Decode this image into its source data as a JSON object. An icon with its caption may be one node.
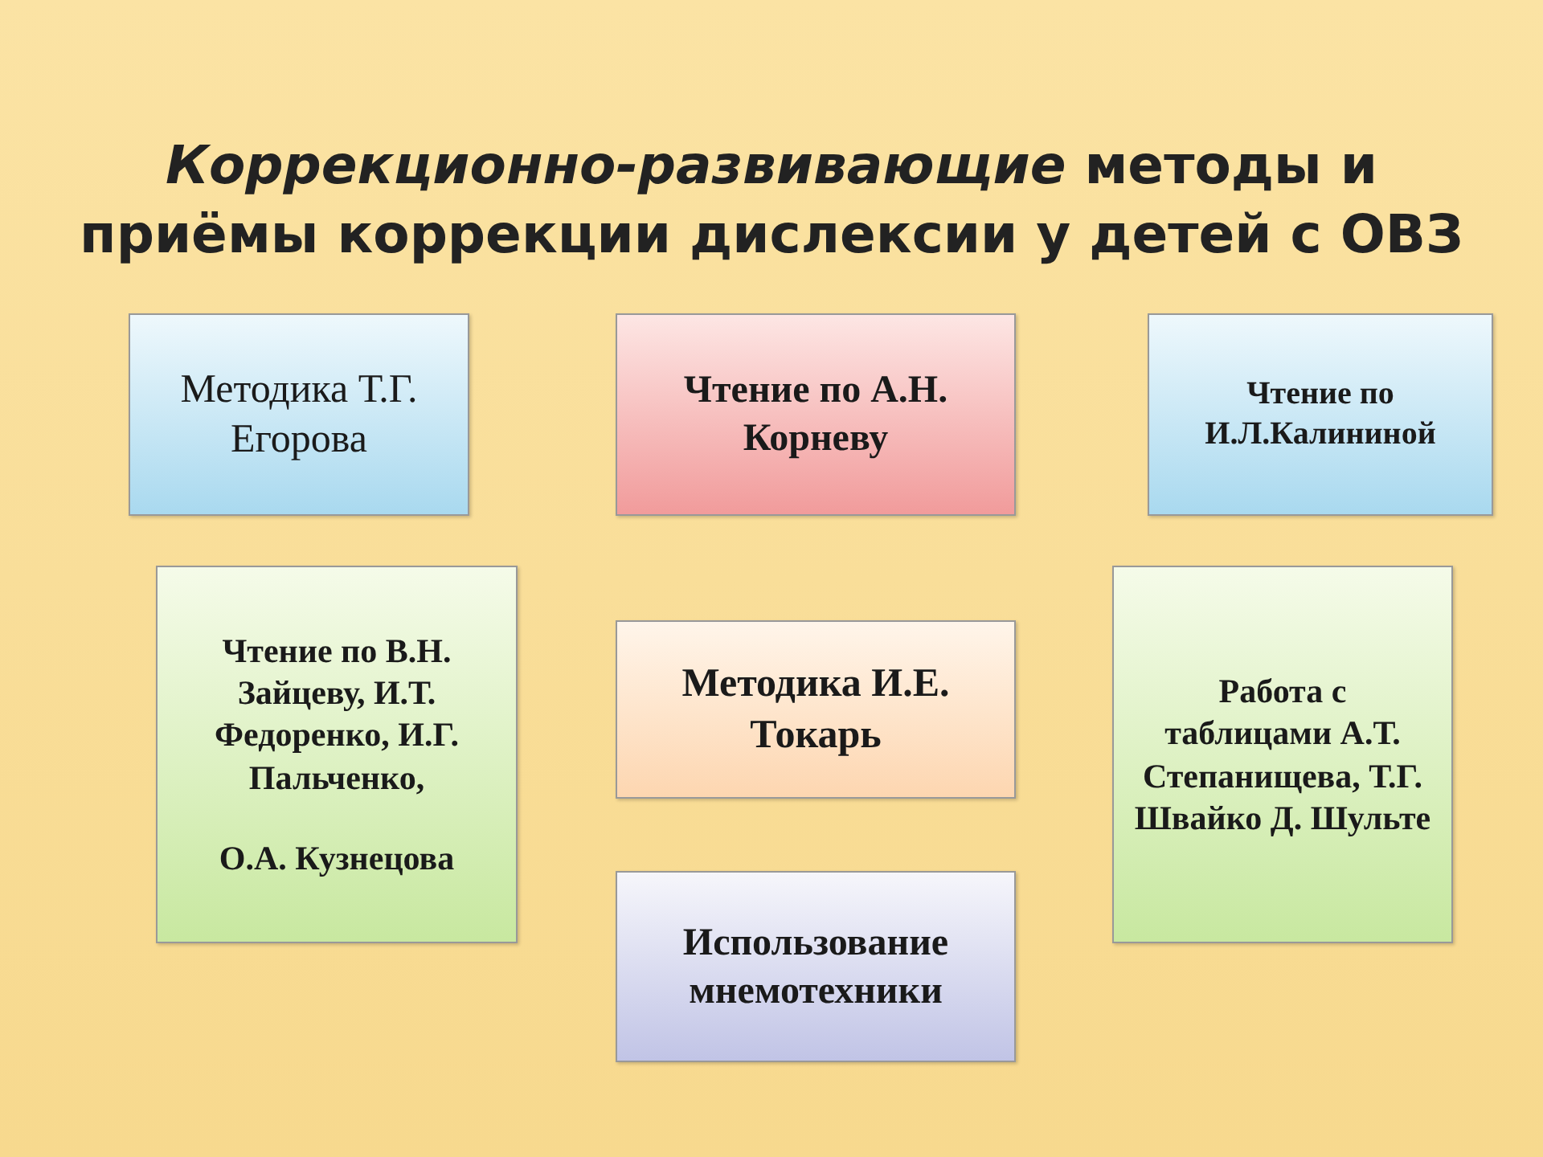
{
  "diagram": {
    "title": "*Коррекционно-развивающие* методы и приёмы коррекции дислексии у детей с ОВЗ",
    "nodes": [
      {
        "text": [
          "Методика Т.Г. Егорова"
        ]
      },
      {
        "text": [
          "Чтение по А.Н. Корневу"
        ]
      },
      {
        "text": [
          "Чтение по И.Л.Калининой"
        ]
      },
      {
        "text": [
          "Чтение по В.Н. Зайцеву, И.Т. Федоренко, И.Г. Пальченко,",
          "О.А. Кузнецова"
        ]
      },
      {
        "text": [
          "Методика И.Е. Токарь"
        ]
      },
      {
        "text": [
          "Работа с таблицами А.Т. Степанищева, Т.Г. Швайко Д. Шульте"
        ]
      },
      {
        "text": [
          "Использование мнемотехники"
        ]
      }
    ]
  }
}
